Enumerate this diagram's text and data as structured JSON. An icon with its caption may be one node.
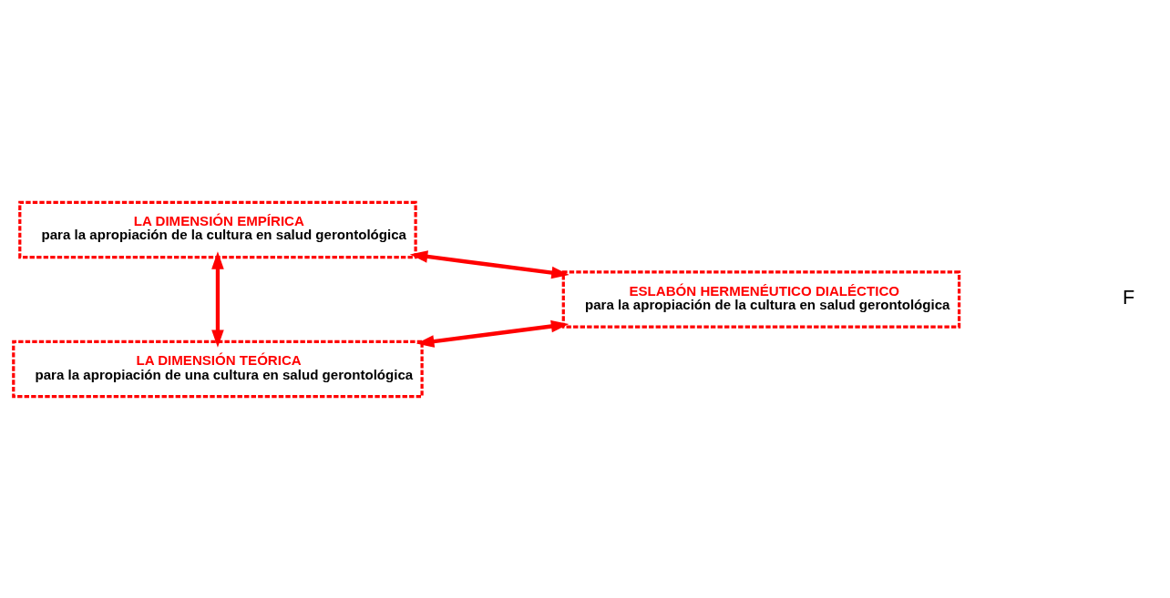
{
  "diagram": {
    "nodes": [
      {
        "text": [
          "LA DIMENSIÓN EMPÍRICA",
          "para la apropiación de la cultura en salud gerontológica"
        ]
      },
      {
        "text": [
          "ESLABÓN HERMENÉUTICO DIALÉCTICO",
          "para la apropiación de la cultura en salud gerontológica"
        ]
      },
      {
        "text": [
          "LA DIMENSIÓN TEÓRICA",
          "para la apropiación de una cultura en salud gerontológica"
        ]
      }
    ],
    "edges": [
      {
        "from": 0,
        "to": 1,
        "arrow": "both"
      },
      {
        "from": 0,
        "to": 2,
        "arrow": "both"
      },
      {
        "from": 1,
        "to": 2,
        "arrow": "both"
      }
    ],
    "labels": [
      "F"
    ]
  }
}
